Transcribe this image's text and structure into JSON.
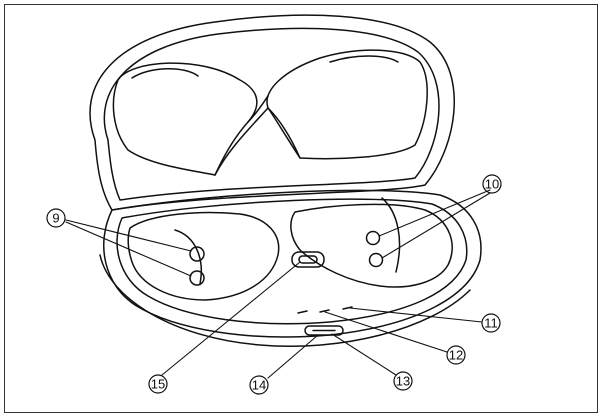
{
  "diagram": {
    "subject": "charging-case-open-with-earbud-slots",
    "callouts": [
      {
        "id": "c9",
        "label": "9"
      },
      {
        "id": "c10",
        "label": "10"
      },
      {
        "id": "c11",
        "label": "11"
      },
      {
        "id": "c12",
        "label": "12"
      },
      {
        "id": "c13",
        "label": "13"
      },
      {
        "id": "c14",
        "label": "14"
      },
      {
        "id": "c15",
        "label": "15"
      }
    ]
  }
}
